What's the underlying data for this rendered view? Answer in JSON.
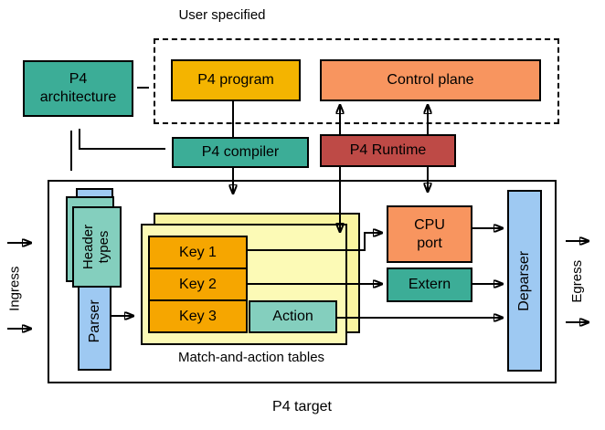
{
  "labels": {
    "user_specified": "User specified",
    "p4_architecture": "P4\narchitecture",
    "p4_program": "P4 program",
    "control_plane": "Control plane",
    "p4_compiler": "P4 compiler",
    "p4_runtime": "P4 Runtime",
    "header_types": "Header\ntypes",
    "parser": "Parser",
    "keys": [
      "Key 1",
      "Key 2",
      "Key 3"
    ],
    "action": "Action",
    "match_tables_caption": "Match-and-action tables",
    "cpu_port": "CPU\nport",
    "extern": "Extern",
    "deparser": "Deparser",
    "p4_target": "P4 target",
    "ingress": "Ingress",
    "egress": "Egress"
  },
  "colors": {
    "teal": "#3CAD97",
    "seafoam": "#84CFBE",
    "gold": "#F4B400",
    "amber": "#F6A600",
    "orange": "#F8955F",
    "brick_red": "#BE4A46",
    "pale_yellow_back": "#FAF5A0",
    "pale_yellow_front": "#FCFAB6",
    "light_blue": "#9EC9F2",
    "line": "#000000"
  }
}
